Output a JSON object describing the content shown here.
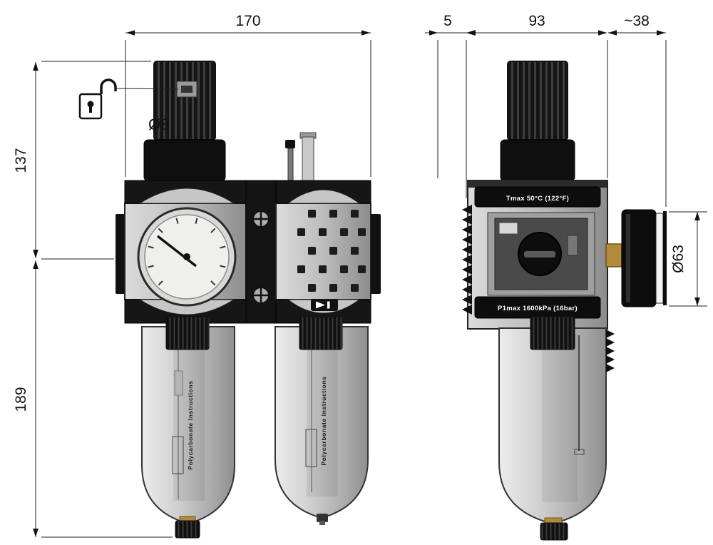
{
  "drawing": {
    "dimensions": {
      "total_width": "170",
      "offset_left": "5",
      "body_width": "93",
      "gauge_depth": "~38",
      "upper_height": "137",
      "bowl_height": "189",
      "knob_diameter": "Ø8",
      "gauge_diameter": "Ø63"
    },
    "labels": {
      "tmax_band": "Tmax 50°C (122°F)",
      "pmax_band": "P1max 1600kPa (16bar)",
      "bowl_left_text": "Polycarbonate Instructions",
      "bowl_right_text": "Polycarbonate Instructions"
    },
    "colors": {
      "line": "#1a1a1a",
      "body_gray": "#b9b9b9",
      "dark": "#141414",
      "brass": "#b18a3d"
    }
  }
}
